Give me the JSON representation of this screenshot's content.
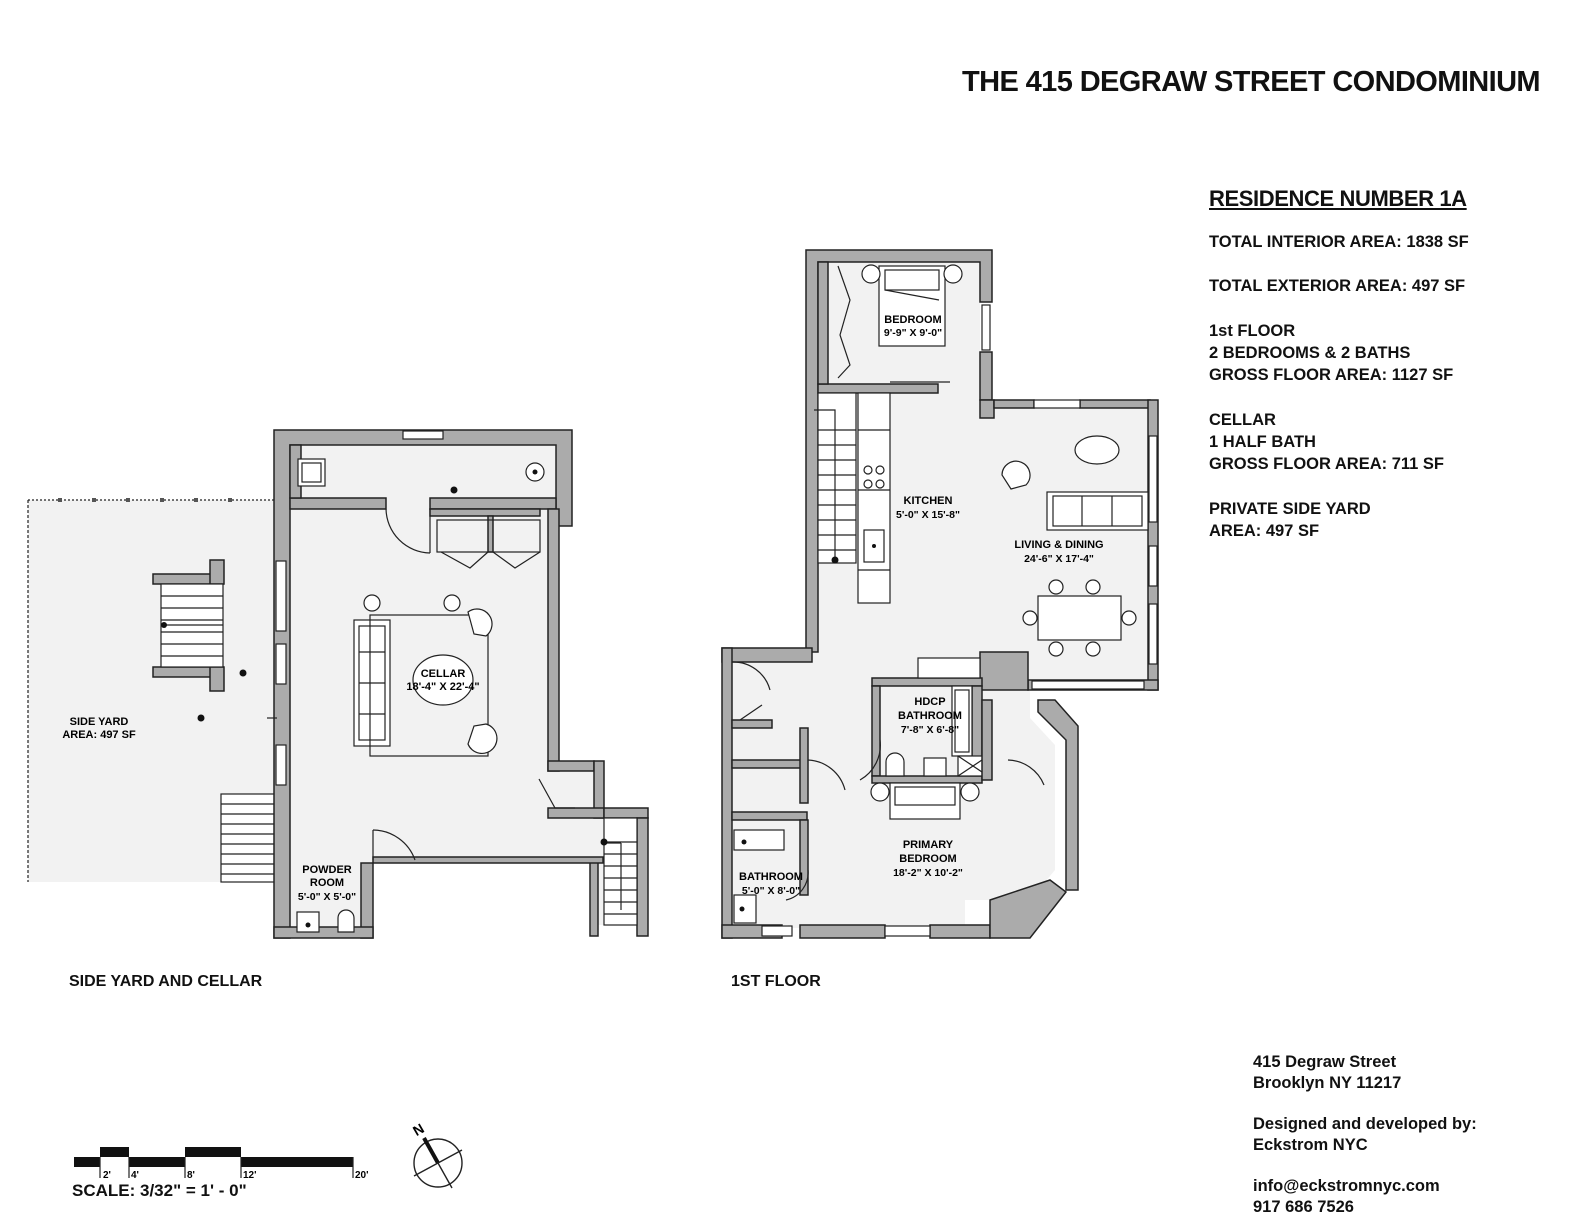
{
  "title": "THE 415 DEGRAW STREET CONDOMINIUM",
  "residence": {
    "heading": "RESIDENCE NUMBER 1A",
    "total_interior": "TOTAL INTERIOR AREA: 1838 SF",
    "total_exterior": "TOTAL EXTERIOR AREA: 497 SF",
    "first_floor": [
      "1st FLOOR",
      "2 BEDROOMS & 2 BATHS",
      "GROSS FLOOR AREA: 1127 SF"
    ],
    "cellar": [
      "CELLAR",
      "1 HALF BATH",
      "GROSS FLOOR AREA: 711 SF"
    ],
    "side_yard": [
      "PRIVATE SIDE YARD",
      "AREA: 497 SF"
    ]
  },
  "plans": {
    "cellar_caption": "SIDE YARD AND CELLAR",
    "first_floor_caption": "1ST FLOOR"
  },
  "rooms": {
    "side_yard": [
      "SIDE YARD",
      "AREA: 497 SF"
    ],
    "cellar": [
      "CELLAR",
      "18'-4\" X 22'-4\""
    ],
    "powder_room": [
      "POWDER",
      "ROOM",
      "5'-0\" X 5'-0\""
    ],
    "bedroom": [
      "BEDROOM",
      "9'-9\" X 9'-0\""
    ],
    "kitchen": [
      "KITCHEN",
      "5'-0\" X 15'-8\""
    ],
    "living_dining": [
      "LIVING & DINING",
      "24'-6\" X 17'-4\""
    ],
    "hdcp_bathroom": [
      "HDCP",
      "BATHROOM",
      "7'-8\" X 6'-8\""
    ],
    "primary_bedroom": [
      "PRIMARY",
      "BEDROOM",
      "18'-2\" X 10'-2\""
    ],
    "bathroom": [
      "BATHROOM",
      "5'-0\" X 8'-0\""
    ]
  },
  "scale": {
    "label": "SCALE: 3/32\" = 1' - 0\"",
    "ticks": [
      "2'",
      "4'",
      "8'",
      "12'",
      "20'"
    ]
  },
  "compass": {
    "letter": "N",
    "icon": "north-arrow-icon"
  },
  "contact": {
    "address_line1": "415 Degraw Street",
    "address_line2": "Brooklyn NY 11217",
    "designed_by": "Designed and developed by:",
    "developer": "Eckstrom NYC",
    "email": "info@eckstromnyc.com",
    "phone": "917 686 7526"
  }
}
